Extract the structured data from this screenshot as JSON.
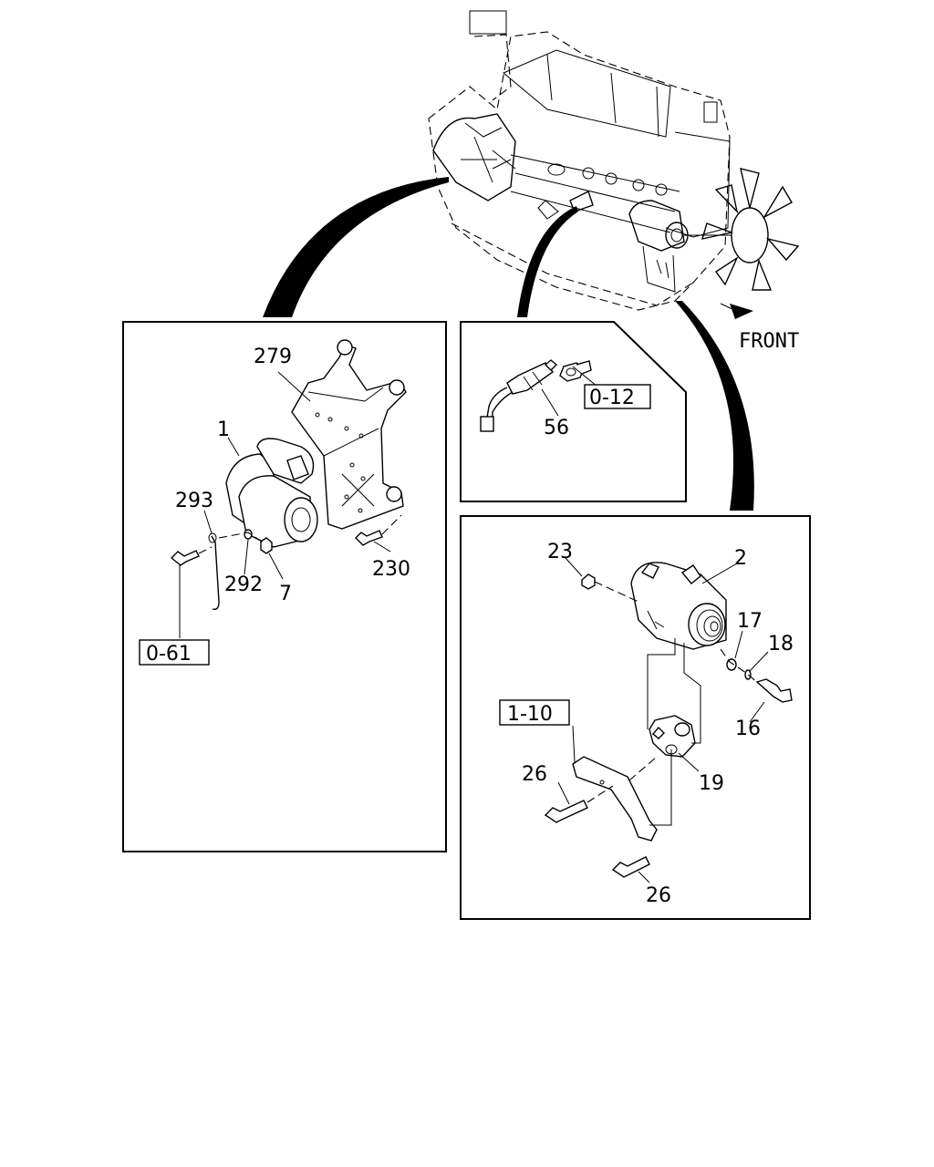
{
  "diagram": {
    "direction_label": "FRONT",
    "callouts": {
      "starter_group": {
        "bracket": "279",
        "starter_motor": "1",
        "cable": "293",
        "washer": "292",
        "nut": "7",
        "bolt": "230",
        "ref": "0-61"
      },
      "sensor_group": {
        "sensor": "56",
        "ref": "0-12"
      },
      "alternator_group": {
        "nut": "23",
        "alternator": "2",
        "washer_a": "17",
        "washer_b": "18",
        "bolt": "16",
        "ref": "1-10",
        "bolt_upper": "26",
        "bracket": "19",
        "bolt_lower": "26"
      }
    }
  }
}
